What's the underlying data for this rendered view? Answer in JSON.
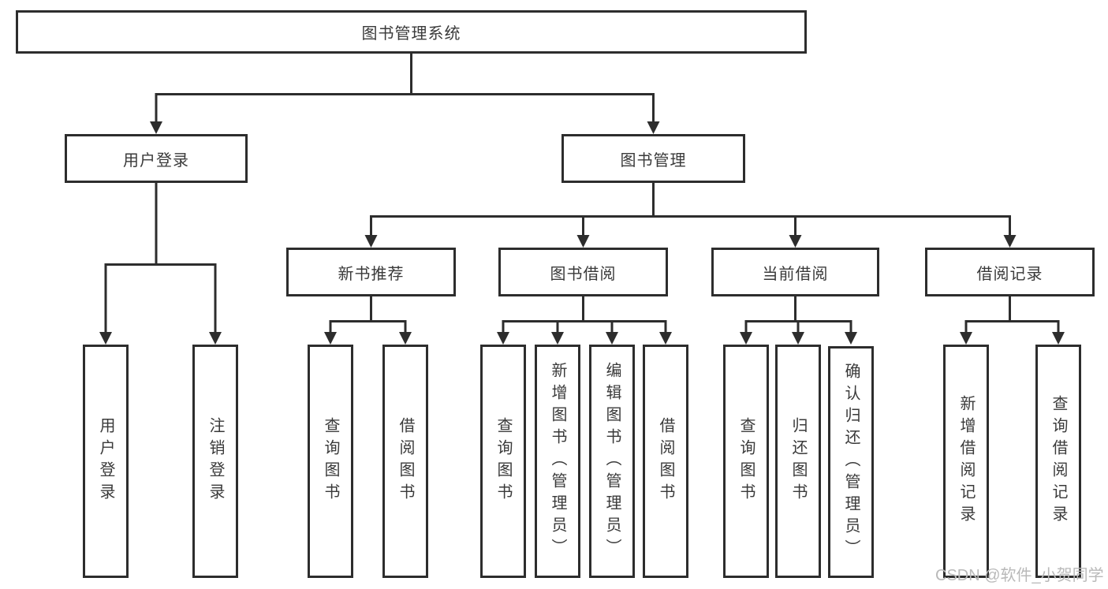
{
  "diagram": {
    "root": {
      "label": "图书管理系统"
    },
    "level2": [
      {
        "label": "用户登录"
      },
      {
        "label": "图书管理"
      }
    ],
    "level3": [
      {
        "label": "新书推荐"
      },
      {
        "label": "图书借阅"
      },
      {
        "label": "当前借阅"
      },
      {
        "label": "借阅记录"
      }
    ],
    "leaves": {
      "user": [
        {
          "label": "用户登录"
        },
        {
          "label": "注销登录"
        }
      ],
      "new_books": [
        {
          "label": "查询图书"
        },
        {
          "label": "借阅图书"
        }
      ],
      "book_borrow": [
        {
          "label": "查询图书"
        },
        {
          "label": "新增图书（管理员）"
        },
        {
          "label": "编辑图书（管理员）"
        },
        {
          "label": "借阅图书"
        }
      ],
      "current_borrow": [
        {
          "label": "查询图书"
        },
        {
          "label": "归还图书"
        },
        {
          "label": "确认归还（管理员）"
        }
      ],
      "records": [
        {
          "label": "新增借阅记录"
        },
        {
          "label": "查询借阅记录"
        }
      ]
    }
  },
  "colors": {
    "line": "#2d2d2d",
    "text": "#3a3a3a",
    "watermark": "#b9b9b9",
    "background": "#ffffff"
  },
  "watermark": {
    "text": "CSDN @软件_小贺同学"
  }
}
